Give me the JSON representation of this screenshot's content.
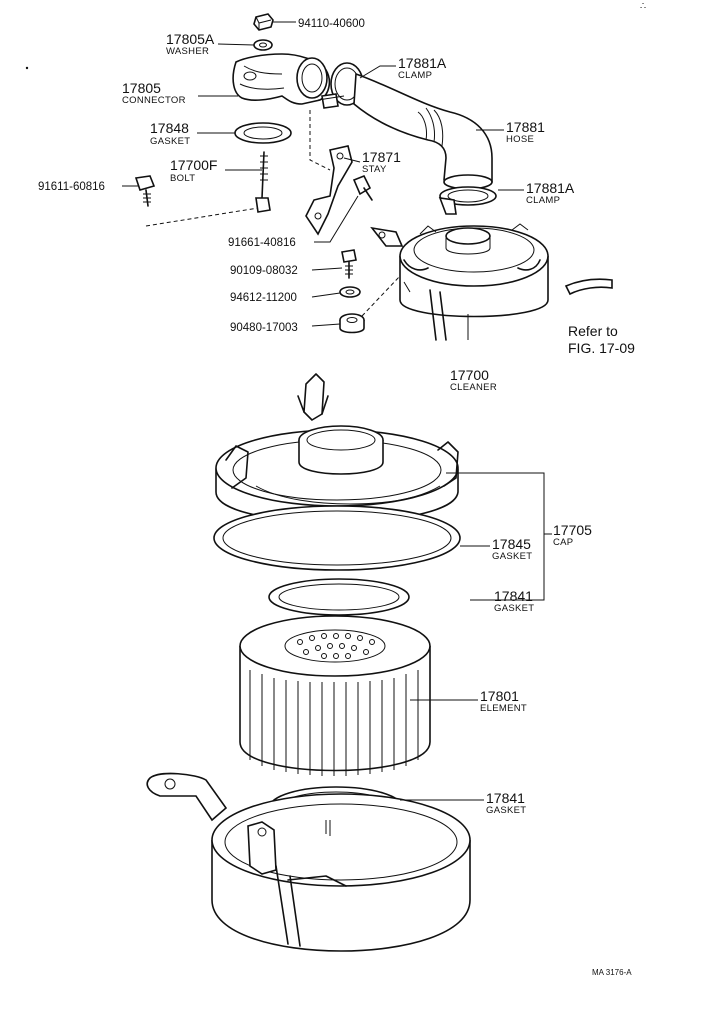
{
  "labels": {
    "nut": {
      "part": "94110-40600"
    },
    "washer": {
      "part": "17805A",
      "name": "WASHER"
    },
    "connector": {
      "part": "17805",
      "name": "CONNECTOR"
    },
    "gasket_connector": {
      "part": "17848",
      "name": "GASKET"
    },
    "clamp_top": {
      "part": "17881A",
      "name": "CLAMP"
    },
    "hose": {
      "part": "17881",
      "name": "HOSE"
    },
    "bolt_f": {
      "part": "17700F",
      "name": "BOLT"
    },
    "stay": {
      "part": "17871",
      "name": "STAY"
    },
    "bolt_side": {
      "part": "91611-60816"
    },
    "clamp_lower": {
      "part": "17881A",
      "name": "CLAMP"
    },
    "bolt_stay": {
      "part": "91661-40816"
    },
    "screw": {
      "part": "90109-08032"
    },
    "washer_small": {
      "part": "94612-11200"
    },
    "grommet": {
      "part": "90480-17003"
    },
    "cleaner": {
      "part": "17700",
      "name": "CLEANER"
    },
    "reference": {
      "line1": "Refer to",
      "line2": "FIG. 17-09"
    },
    "cap": {
      "part": "17705",
      "name": "CAP"
    },
    "gasket_cap": {
      "part": "17845",
      "name": "GASKET"
    },
    "gasket_upper": {
      "part": "17841",
      "name": "GASKET"
    },
    "element": {
      "part": "17801",
      "name": "ELEMENT"
    },
    "gasket_lower": {
      "part": "17841",
      "name": "GASKET"
    }
  },
  "corner_mark": "∴",
  "drawing_code": "MA 3176-A"
}
